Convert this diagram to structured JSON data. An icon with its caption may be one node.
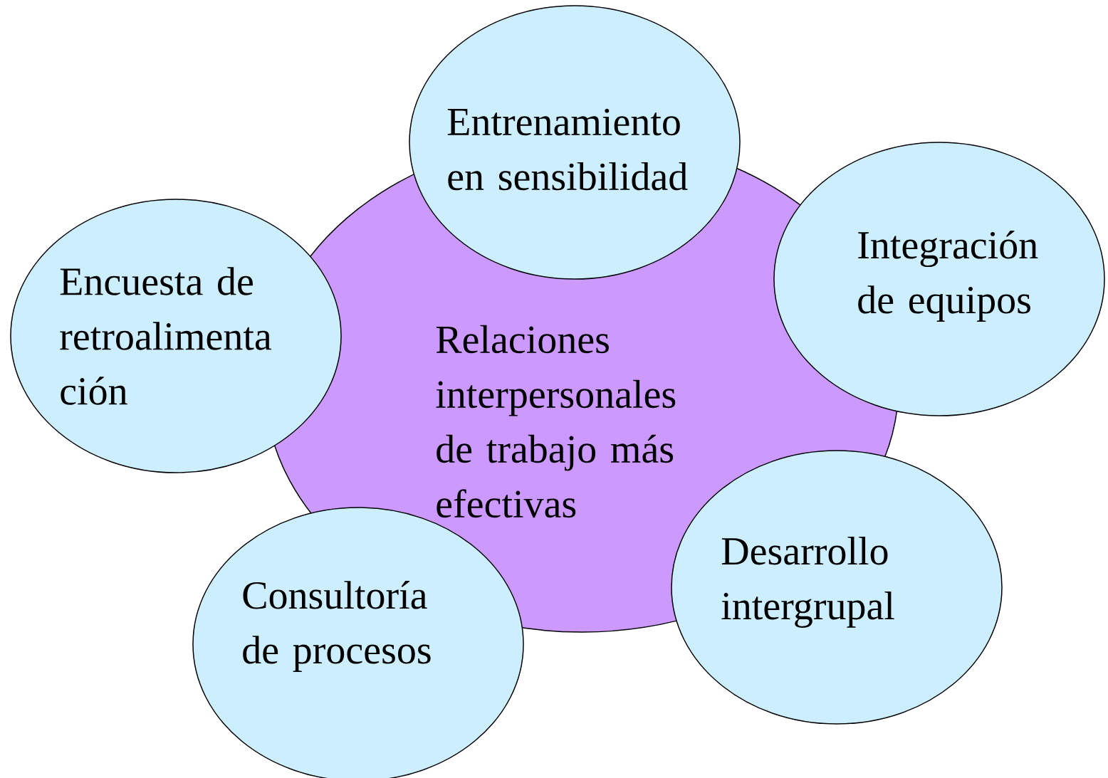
{
  "diagram": {
    "nodes": [
      {
        "text": [
          "Relaciones interpersonales de trabajo más efectivas"
        ]
      },
      {
        "text": [
          "Entrenamiento en sensibilidad"
        ]
      },
      {
        "text": [
          "Encuesta de retroalimenta ción"
        ]
      },
      {
        "text": [
          "Integración de equipos"
        ]
      },
      {
        "text": [
          "Consultoría de procesos"
        ]
      },
      {
        "text": [
          "Desarrollo intergrupal"
        ]
      }
    ]
  }
}
